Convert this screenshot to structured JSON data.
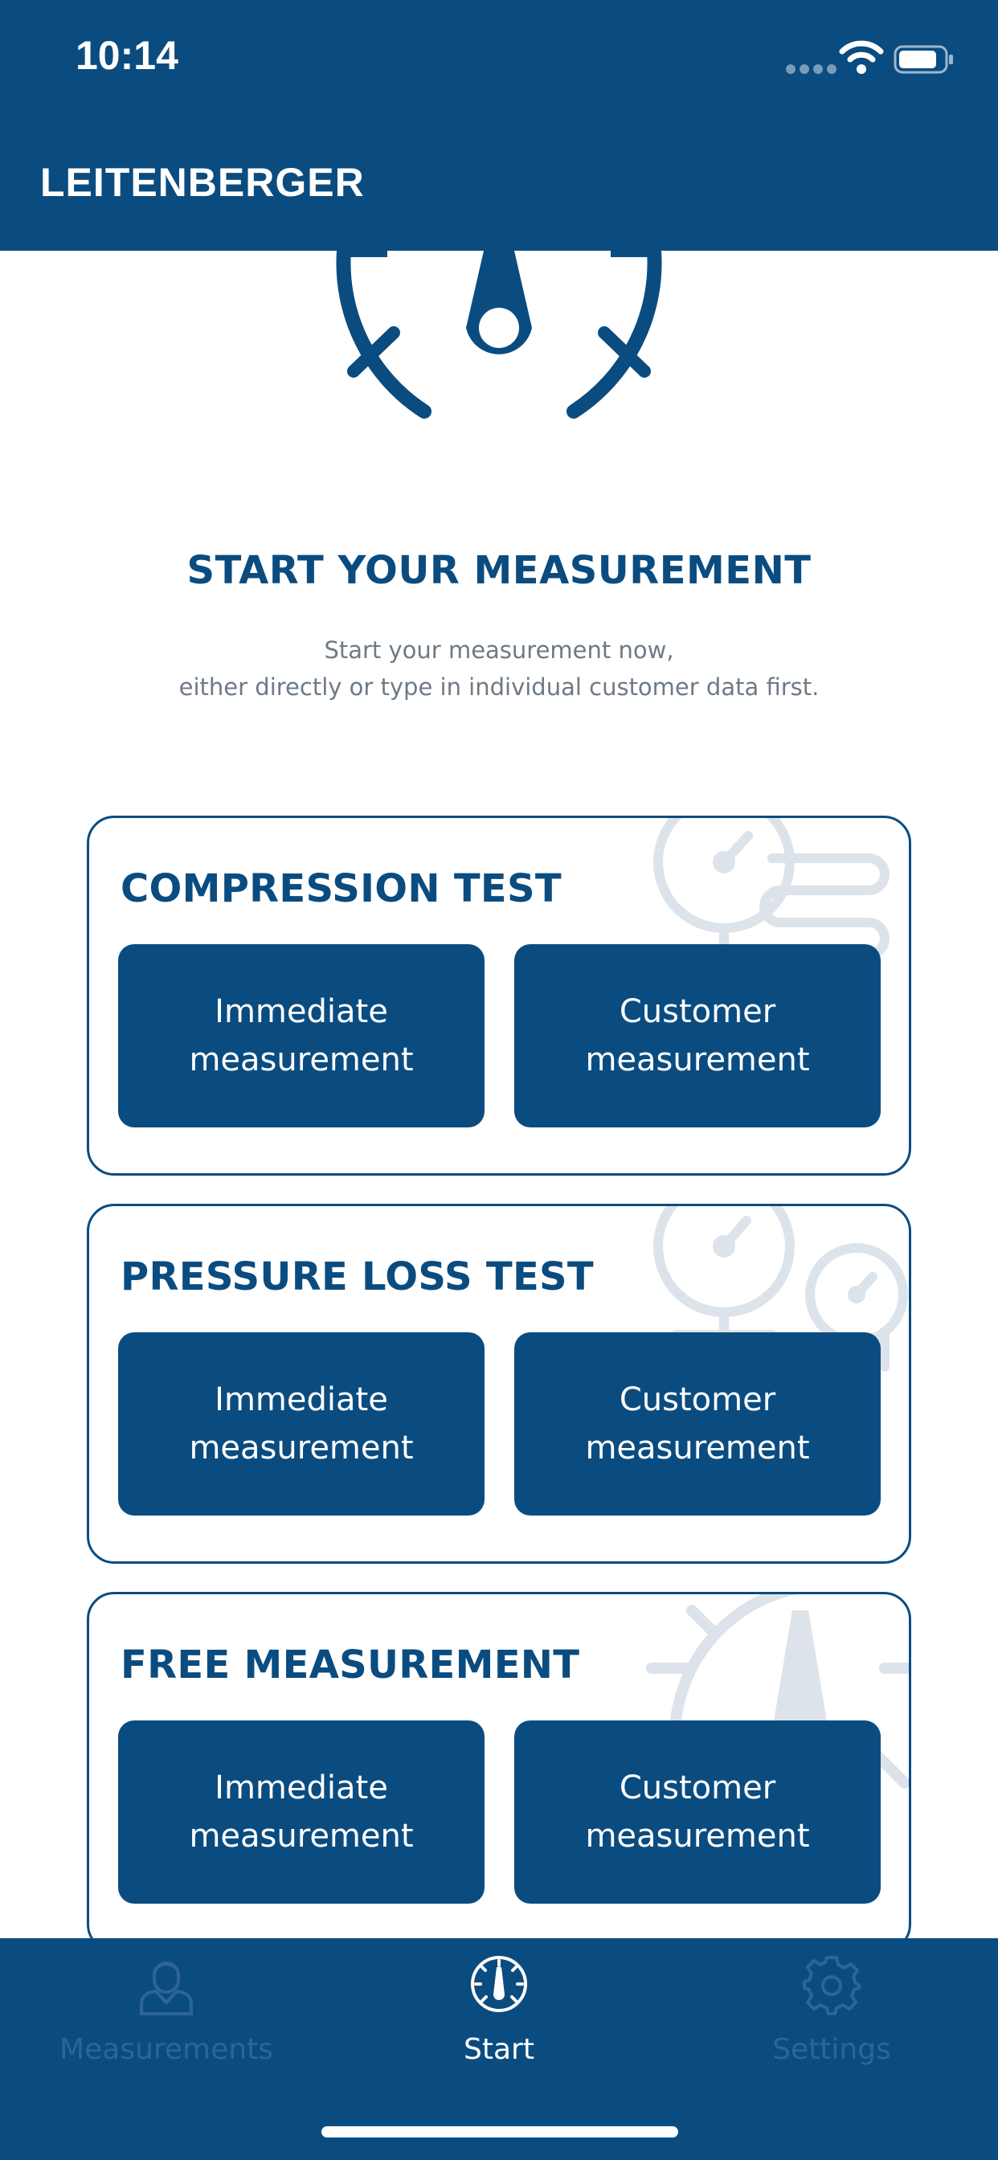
{
  "status_bar": {
    "time": "10:14"
  },
  "app": {
    "title": "LEITENBERGER"
  },
  "hero": {
    "heading": "START YOUR MEASUREMENT",
    "subtext_line1": "Start your measurement now,",
    "subtext_line2": "either directly or type in individual customer data first."
  },
  "cards": [
    {
      "title": "COMPRESSION TEST",
      "immediate_label": "Immediate measurement",
      "customer_label": "Customer measurement",
      "bg_icon": "gauge-with-coil-icon"
    },
    {
      "title": "PRESSURE LOSS TEST",
      "immediate_label": "Immediate measurement",
      "customer_label": "Customer measurement",
      "bg_icon": "two-gauges-icon"
    },
    {
      "title": "FREE MEASUREMENT",
      "immediate_label": "Immediate measurement",
      "customer_label": "Customer measurement",
      "bg_icon": "speedometer-icon"
    }
  ],
  "tab_bar": {
    "tabs": [
      {
        "label": "Measurements",
        "icon": "person-icon",
        "active": false
      },
      {
        "label": "Start",
        "icon": "speedometer-icon",
        "active": true
      },
      {
        "label": "Settings",
        "icon": "gear-icon",
        "active": false
      }
    ]
  },
  "colors": {
    "primary": "#0b4c80",
    "background": "#ffffff",
    "subtext": "#6e7a86",
    "inactive_tab": "#2d6594",
    "watermark": "#dde3ea"
  }
}
